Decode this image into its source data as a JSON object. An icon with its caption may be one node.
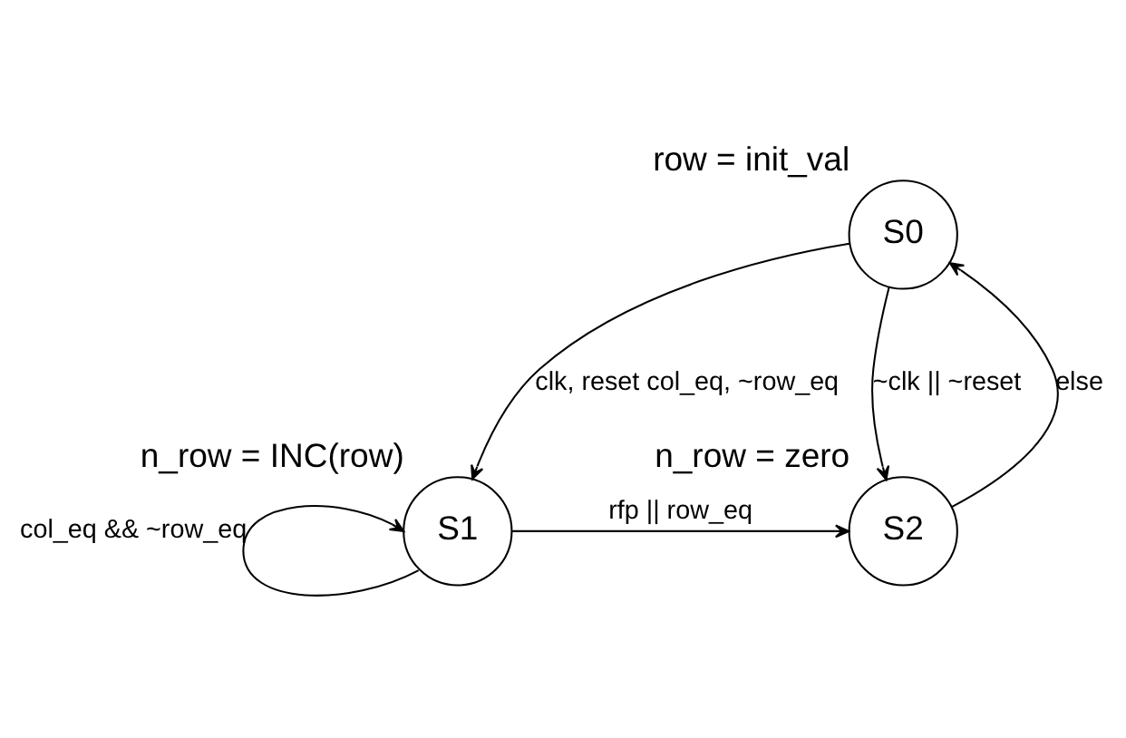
{
  "diagram": {
    "nodes": [
      {
        "text": [
          "S0"
        ],
        "beside": [
          "row = init_val"
        ]
      },
      {
        "text": [
          "S1"
        ],
        "beside": [
          "n_row = INC(row)"
        ]
      },
      {
        "text": [
          "S2"
        ],
        "beside": [
          "n_row = zero"
        ]
      }
    ],
    "edges": [
      {
        "from": 0,
        "to": 1,
        "arrow": "to",
        "label": "clk, reset col_eq, ~row_eq"
      },
      {
        "from": 1,
        "to": 1,
        "arrow": "to",
        "label": "col_eq && ~row_eq"
      },
      {
        "from": 1,
        "to": 2,
        "arrow": "to",
        "label": "rfp || row_eq"
      },
      {
        "from": 0,
        "to": 2,
        "arrow": "to",
        "label": "~clk || ~reset"
      },
      {
        "from": 2,
        "to": 0,
        "arrow": "to",
        "label": "else"
      }
    ]
  }
}
